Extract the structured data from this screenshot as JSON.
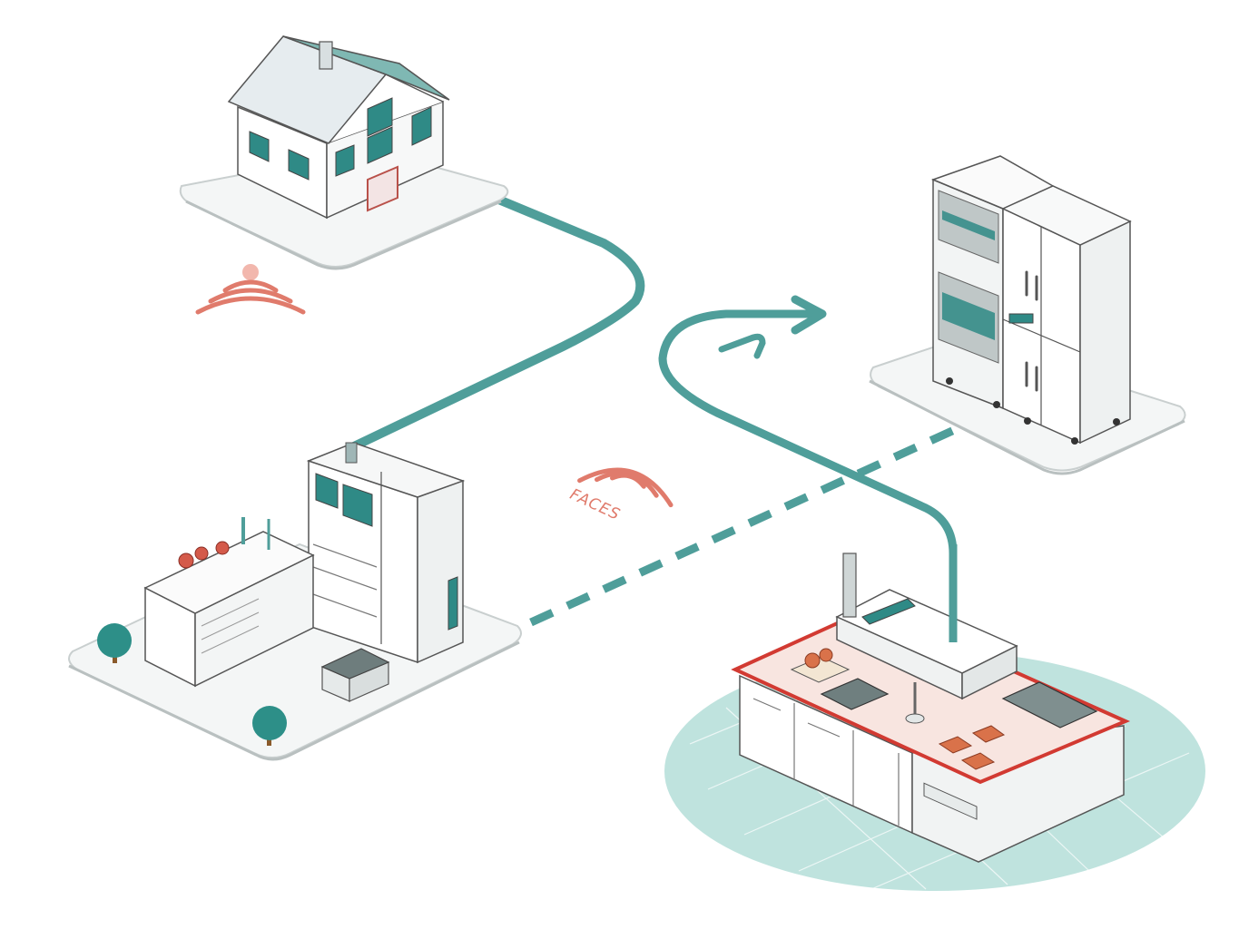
{
  "diagram": {
    "annotations": {
      "signal_label": "FACES"
    },
    "nodes": [
      {
        "id": "house",
        "kind": "house-icon"
      },
      {
        "id": "prep-kitchen",
        "kind": "kitchen-prep-icon"
      },
      {
        "id": "storage-unit",
        "kind": "refrigeration-unit-icon"
      },
      {
        "id": "kitchen-island",
        "kind": "kitchen-island-icon"
      }
    ],
    "connections": [
      {
        "from": "house",
        "to": "prep-kitchen",
        "style": "solid"
      },
      {
        "from": "prep-kitchen",
        "to": "storage-unit",
        "style": "dashed"
      },
      {
        "from": "kitchen-island",
        "to": "storage-unit",
        "style": "solid-arrow"
      }
    ],
    "signals": [
      {
        "near": "house",
        "icon": "wireless-signal-icon"
      },
      {
        "near": "center",
        "icon": "wireless-signal-icon"
      }
    ],
    "colors": {
      "connector": "#4f9e9a",
      "signal": "#e07b6c",
      "platform": "#f4f6f6",
      "accent_window": "#2f8a86",
      "counter_trim": "#d23a32",
      "floor_tile": "#bfe3de"
    }
  }
}
